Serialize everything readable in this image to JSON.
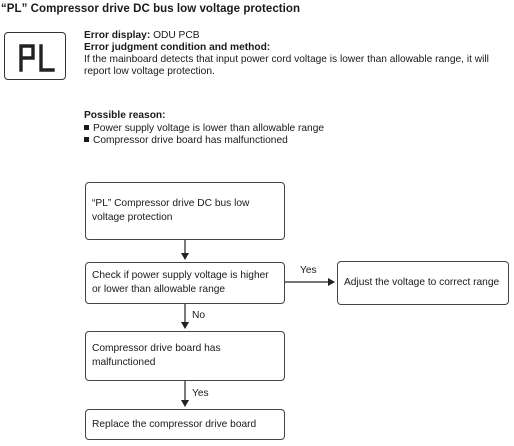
{
  "title": "“PL” Compressor drive DC bus low voltage protection",
  "display": {
    "code": "PL",
    "icon": "seven-segment-display-icon"
  },
  "info": {
    "error_display_label": "Error display:",
    "error_display_value": " ODU PCB",
    "judgment_heading": "Error judgment condition and method:",
    "judgment_text": "If the mainboard detects that input power cord voltage is lower than allowable range, it will report low voltage protection."
  },
  "reasons": {
    "heading": "Possible reason:",
    "items": [
      "Power supply voltage is lower than allowable range",
      "Compressor drive board has malfunctioned"
    ]
  },
  "flow": {
    "step1": "“PL” Compressor drive DC bus low voltage protection",
    "step2": "Check if  power supply voltage is higher or lower than allowable range",
    "step3": "Adjust the voltage to correct range",
    "step4": "Compressor drive board has malfunctioned",
    "step5": "Replace the compressor drive board",
    "yes1": "Yes",
    "no1": "No",
    "yes2": "Yes"
  }
}
